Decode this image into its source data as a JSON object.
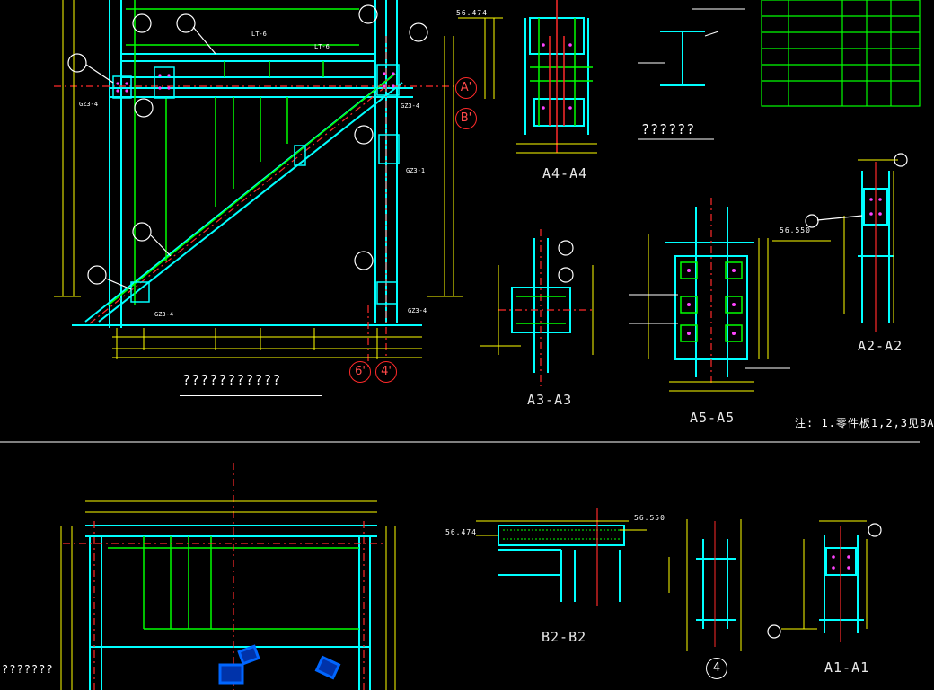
{
  "drawing": {
    "plan_title": "???????????",
    "detail_title": "??????",
    "bottom_left_title": "???????",
    "sections": {
      "a4": "A4-A4",
      "a3": "A3-A3",
      "a5": "A5-A5",
      "a2": "A2-A2",
      "b2": "B2-B2",
      "a1": "A1-A1"
    },
    "note": "注: 1.零件板1,2,3见BA",
    "axis_bubbles": {
      "a_prime": "A'",
      "b_prime": "B'",
      "six_prime": "6'",
      "four_prime": "4'"
    },
    "detail_4": "4",
    "dims": {
      "elev_a2": "56.550",
      "elev_b2_left": "56.474",
      "elev_b2_right": "56.550",
      "elev_a4": "56.474"
    }
  },
  "colors": {
    "background": "#000000",
    "steel": "#00ffff",
    "dimension": "#ffff00",
    "centerline": "#ff2a2a",
    "weld": "#00ff00",
    "text": "#ffffff",
    "bolt_plate": "#ff44ff",
    "table": "#00ff00"
  }
}
